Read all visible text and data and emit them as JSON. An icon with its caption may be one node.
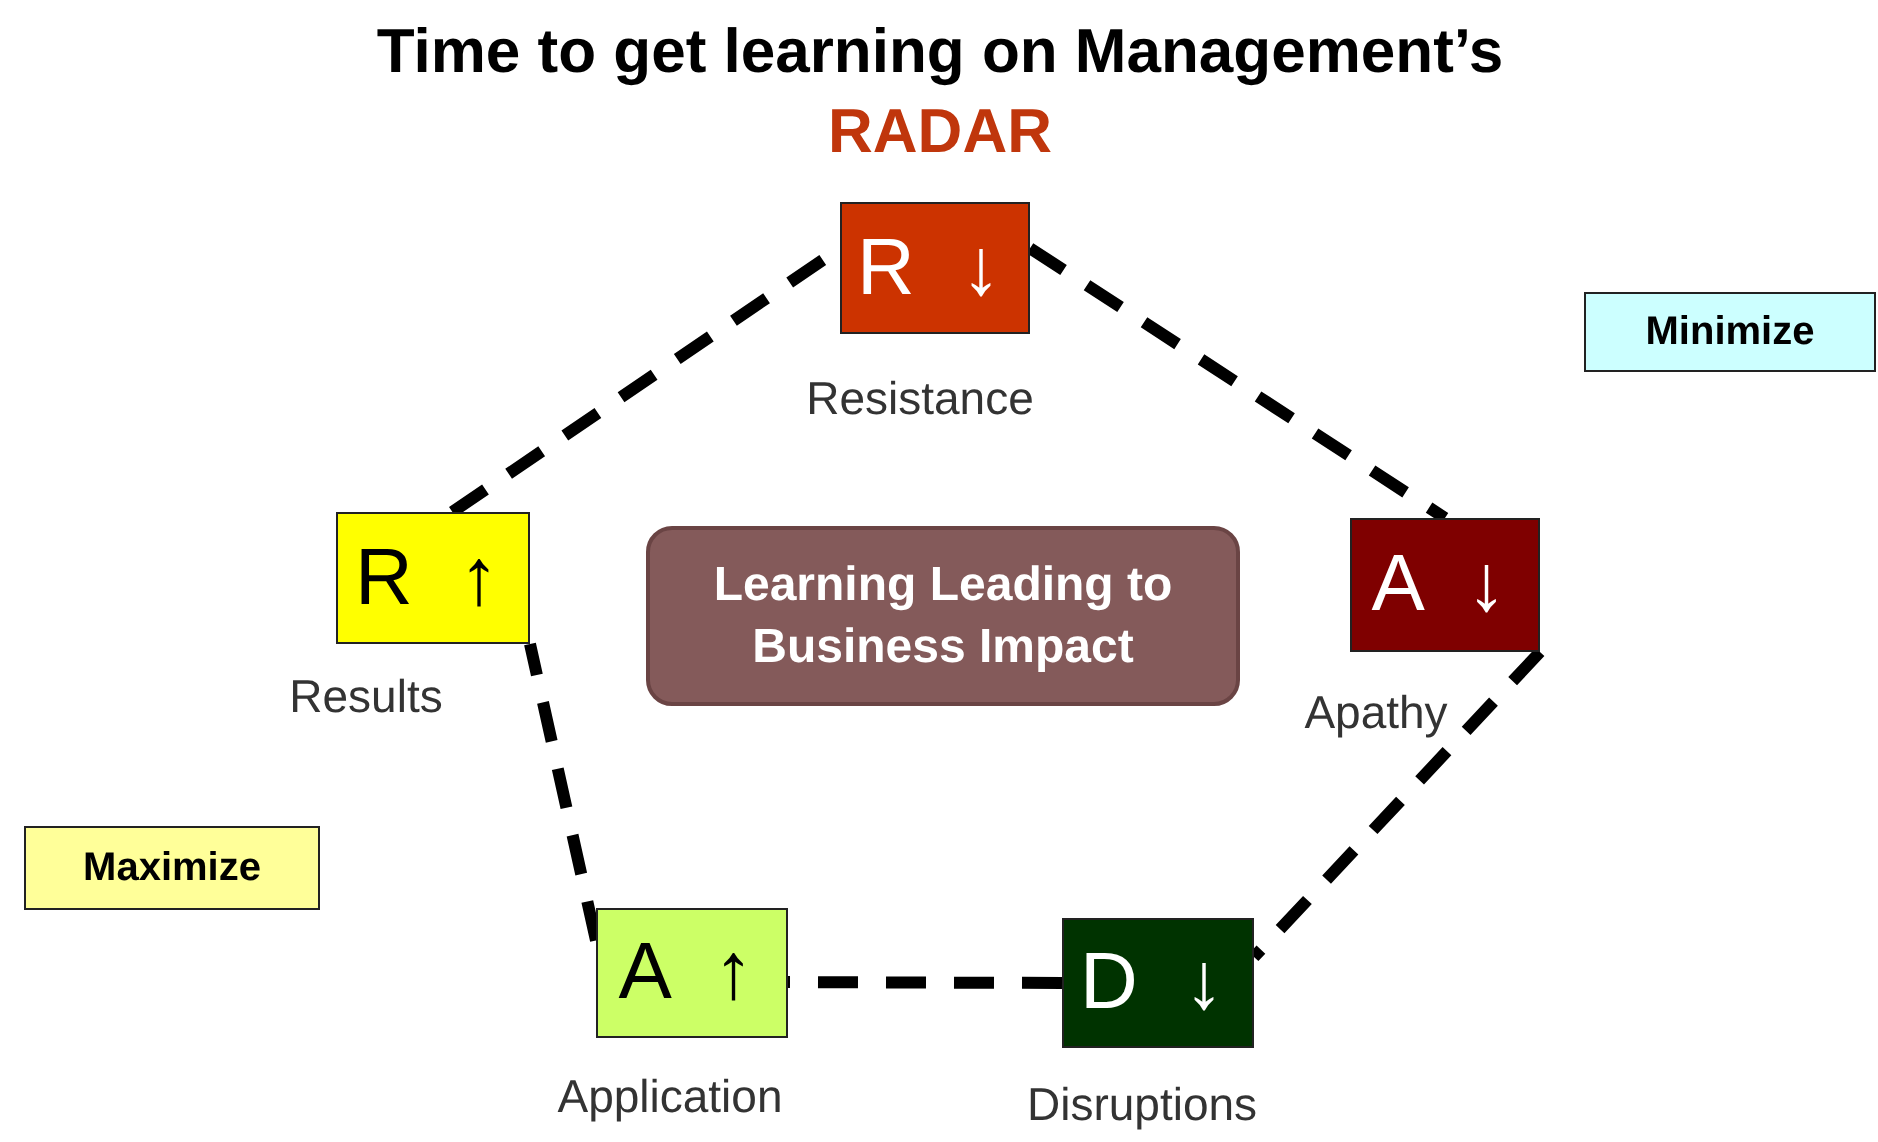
{
  "diagram": {
    "title": "Time to get learning on Management’s *RADAR*",
    "nodes": [
      {
        "text": [
          "R ↓"
        ],
        "beside": [
          "Resistance"
        ]
      },
      {
        "text": [
          "A ↓"
        ],
        "beside": [
          "Apathy"
        ]
      },
      {
        "text": [
          "D ↓"
        ],
        "beside": [
          "Disruptions"
        ]
      },
      {
        "text": [
          "A ↑"
        ],
        "beside": [
          "Application"
        ]
      },
      {
        "text": [
          "R ↑"
        ],
        "beside": [
          "Results"
        ]
      },
      {
        "text": [
          "Learning Leading to Business Impact"
        ]
      },
      {
        "text": [
          "Minimize"
        ]
      },
      {
        "text": [
          "Maximize"
        ]
      }
    ],
    "edges": [
      {
        "from": 0,
        "to": 1,
        "arrow": "none",
        "style": "dashed"
      },
      {
        "from": 1,
        "to": 2,
        "arrow": "none",
        "style": "dashed"
      },
      {
        "from": 2,
        "to": 3,
        "arrow": "none",
        "style": "dashed"
      },
      {
        "from": 3,
        "to": 4,
        "arrow": "none",
        "style": "dashed"
      },
      {
        "from": 4,
        "to": 0,
        "arrow": "none",
        "style": "dashed"
      }
    ]
  }
}
